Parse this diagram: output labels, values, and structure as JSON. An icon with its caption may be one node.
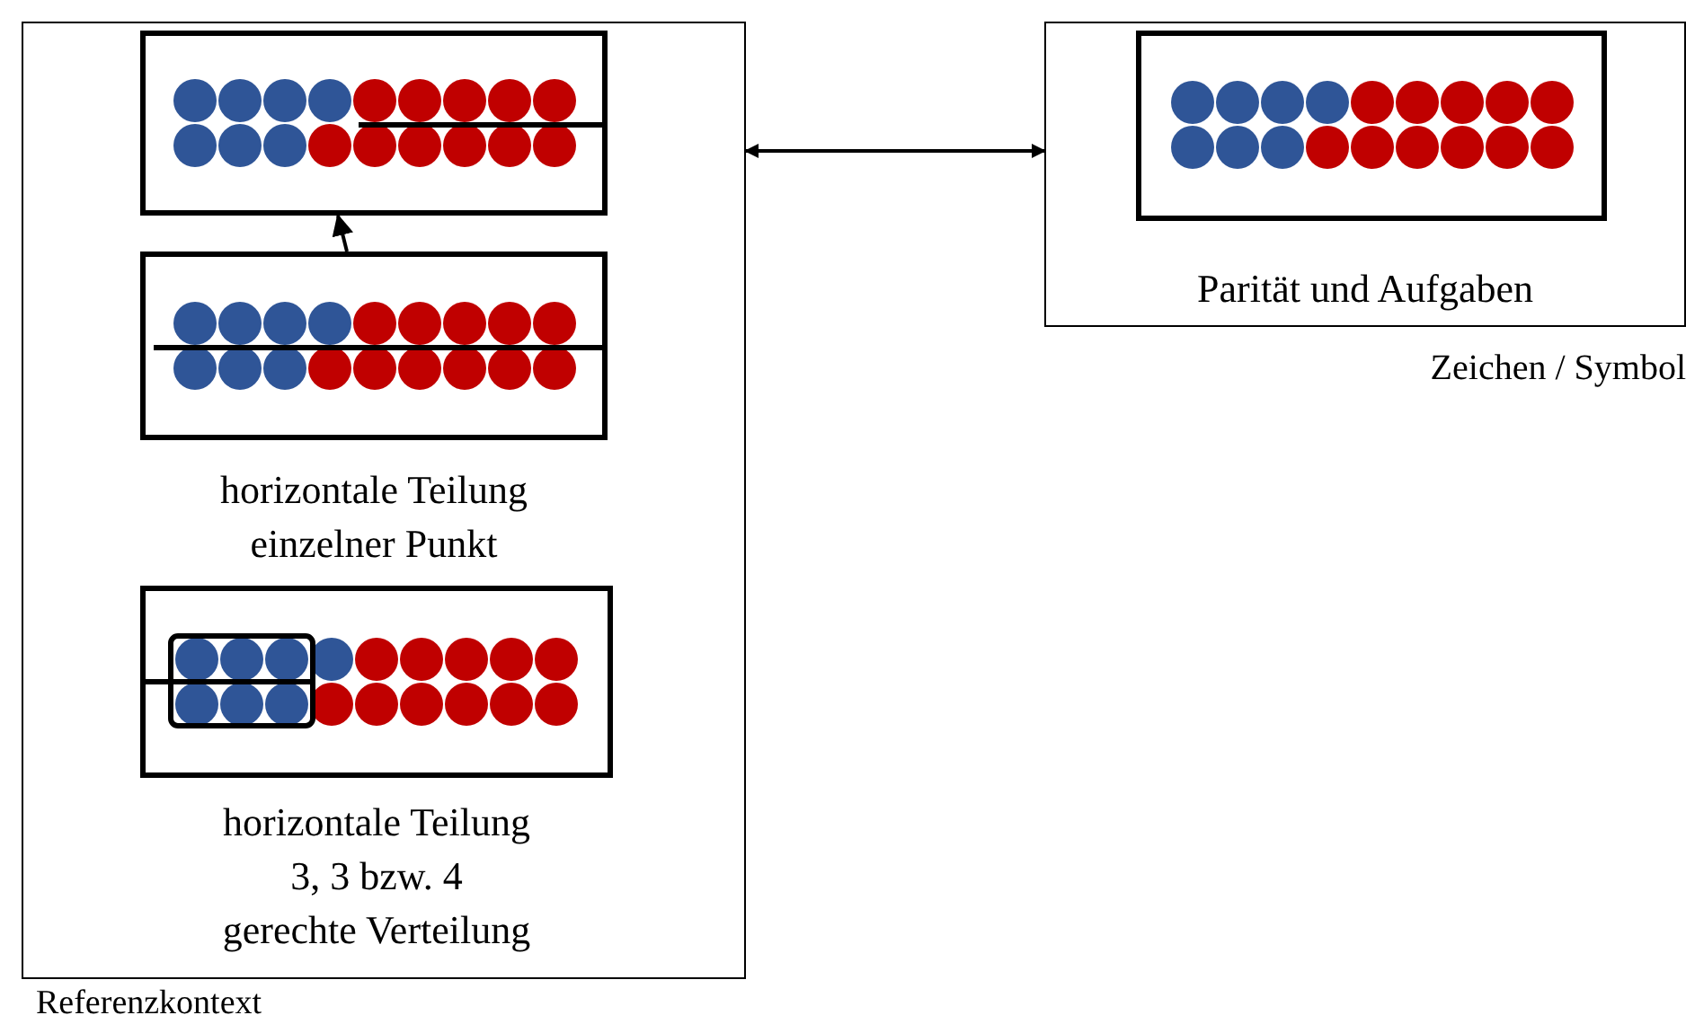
{
  "diagram": {
    "nodes": [
      {
        "text": [
          "Referenzkontext"
        ]
      },
      {
        "text": [],
        "shape": "box",
        "in": 0
      },
      {
        "text": [],
        "shape": "box",
        "in": 0,
        "beside": [
          "horizontale Teilung einzelner Punkt"
        ]
      },
      {
        "text": [],
        "shape": "box",
        "in": 0,
        "beside": [
          "horizontale Teilung",
          "3, 3 bzw. 4",
          "gerechte Verteilung"
        ]
      },
      {
        "text": [
          "Parität und Aufgaben",
          "Zeichen / Symbol"
        ]
      },
      {
        "text": [],
        "shape": "box",
        "in": 4
      }
    ],
    "edges": [
      {
        "from": 2,
        "to": 1,
        "arrow": "to"
      },
      {
        "from": 0,
        "to": 4,
        "arrow": "both"
      }
    ]
  }
}
